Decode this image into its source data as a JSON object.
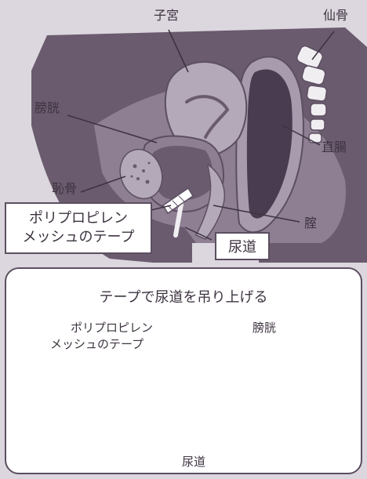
{
  "labels": {
    "uterus": "子宮",
    "sacrum": "仙骨",
    "bladder": "膀胱",
    "rectum": "直腸",
    "pubic_bone": "恥骨",
    "vagina": "腟"
  },
  "callout_tape": {
    "line1": "ポリプロピレン",
    "line2": "メッシュのテープ"
  },
  "callout_urethra": "尿道",
  "detail_panel": {
    "title": "テープで尿道を吊り上げる",
    "tape_line1": "ポリプロピレン",
    "tape_line2": "メッシュのテープ",
    "bladder": "膀胱",
    "urethra": "尿道"
  },
  "colors": {
    "background": "#dcd7df",
    "tissue_dark": "#6b5b6e",
    "tissue_mid": "#8e7f92",
    "tissue_light": "#b4a9b8",
    "rectum_inner": "#4a3c50",
    "outline": "#5c4f61",
    "text": "#3d3340"
  }
}
